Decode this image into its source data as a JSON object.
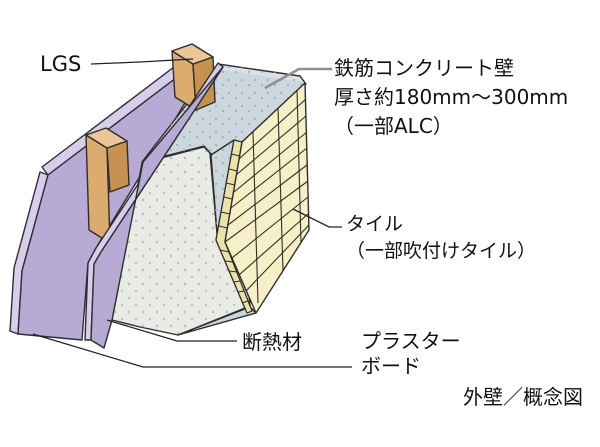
{
  "labels": {
    "lgs": {
      "text": "LGS"
    },
    "concrete": {
      "line1": "鉄筋コンクリート壁",
      "line2": "厚さ約180mm〜300mm",
      "line3": "（一部ALC）"
    },
    "tile": {
      "line1": "タイル",
      "line2": "（一部吹付けタイル）"
    },
    "insulation": {
      "text": "断熱材"
    },
    "plasterboard": {
      "line1": "プラスター",
      "line2": "ボード"
    },
    "caption": "外壁／概念図"
  },
  "colors": {
    "background": "#ffffff",
    "text": "#111111",
    "outline": "#2e2e2e",
    "leader_black": "#222222",
    "leader_gray": "#8f8f8f",
    "plasterboard_face": "#b7abd6",
    "plasterboard_edge": "#d6ceec",
    "stud_top": "#ecc795",
    "stud_front": "#dcab6e",
    "stud_side": "#c6924f",
    "insulation_face": "#e9ebe6",
    "insulation_speckle": "#b4bfb4",
    "concrete_face": "#cbd6dd",
    "concrete_top": "#dae2e8",
    "concrete_speckle": "#9fb1bd",
    "step_edge": "#d8dde0",
    "tile_face": "#f7f0c6",
    "tile_edge": "#ece2a8"
  }
}
